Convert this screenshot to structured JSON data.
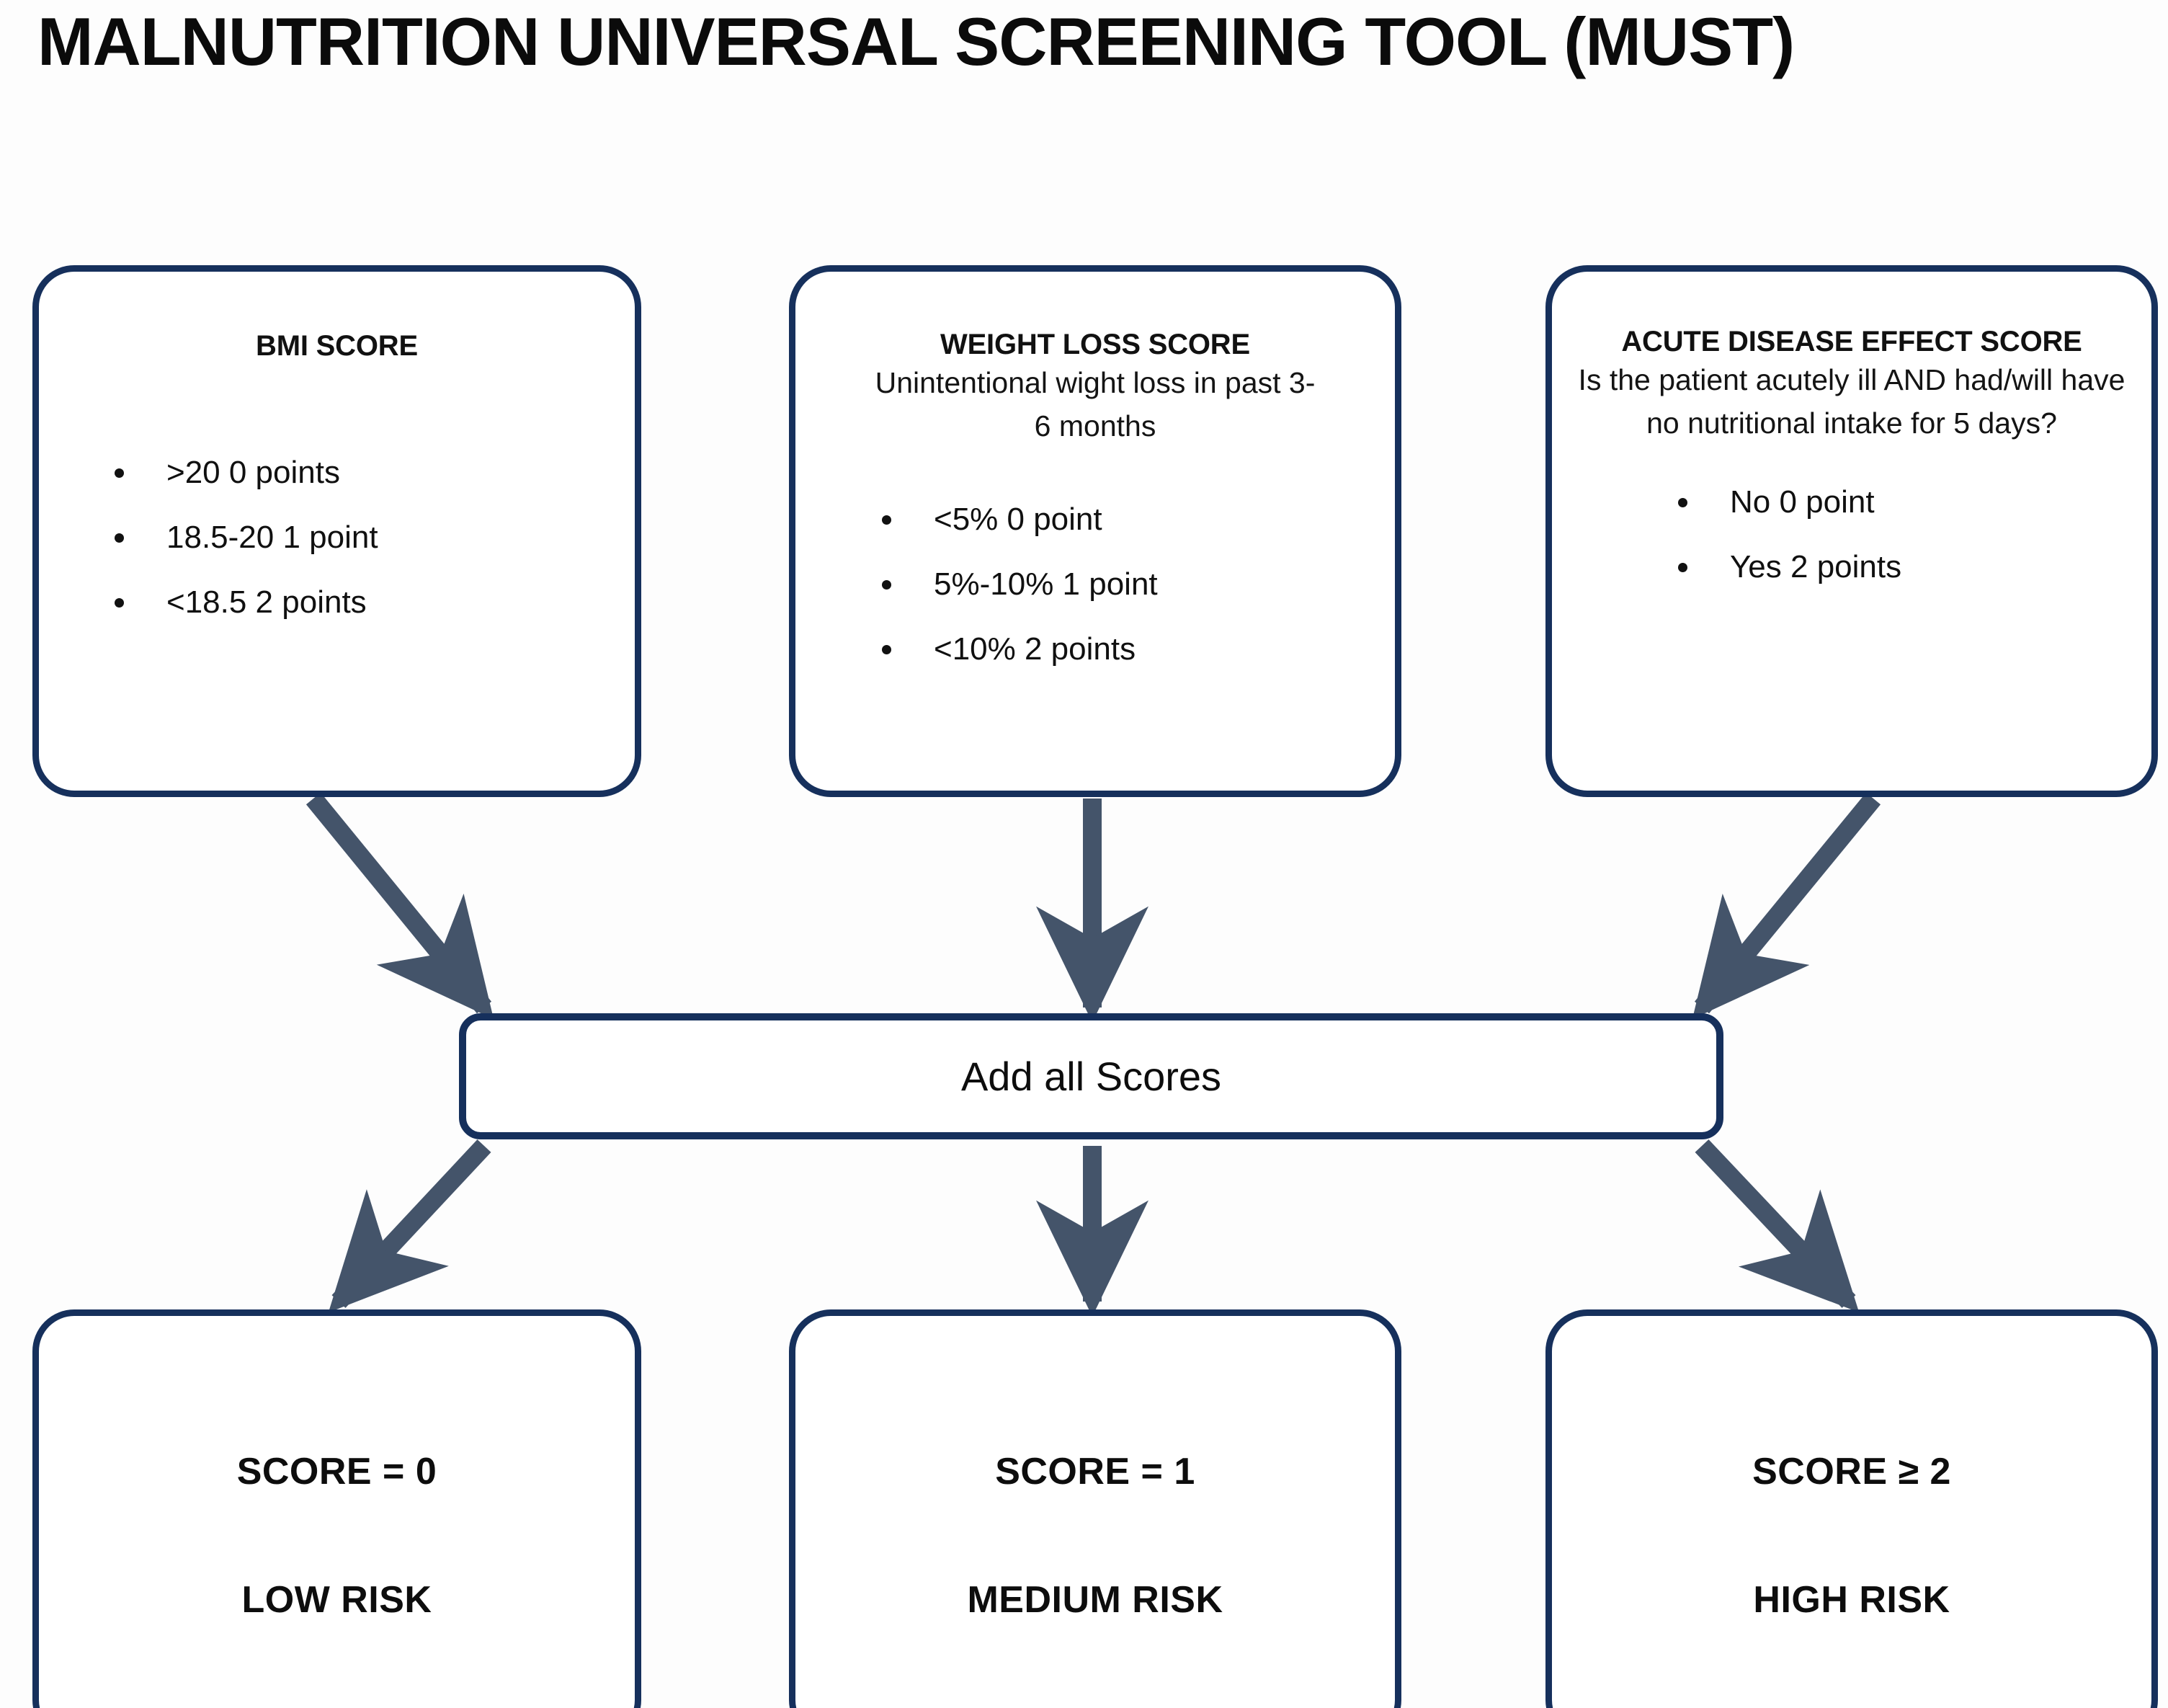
{
  "title": "MALNUTRITION UNIVERSAL SCREENING TOOL (MUST)",
  "colors": {
    "box_border": "#16305C",
    "arrow": "#44546A",
    "text": "#101010",
    "background": "#FFFFFF"
  },
  "criteria": [
    {
      "id": "bmi",
      "heading": "BMI SCORE",
      "subtext": "",
      "options": [
        ">20 0 points",
        "18.5-20 1 point",
        "<18.5 2 points"
      ]
    },
    {
      "id": "weight-loss",
      "heading": "WEIGHT LOSS SCORE",
      "subtext": "Unintentional wight loss in past 3-6 months",
      "options": [
        "<5% 0 point",
        "5%-10% 1 point",
        "<10% 2 points"
      ]
    },
    {
      "id": "acute-disease",
      "heading": "ACUTE DISEASE EFFECT SCORE",
      "subtext": "Is the patient acutely ill AND had/will have no nutritional intake for 5 days?",
      "options": [
        "No 0 point",
        "Yes 2 points"
      ]
    }
  ],
  "combine_step": {
    "label": "Add all Scores"
  },
  "results": [
    {
      "id": "low",
      "score": "SCORE = 0",
      "risk": "LOW RISK"
    },
    {
      "id": "medium",
      "score": "SCORE = 1",
      "risk": "MEDIUM RISK"
    },
    {
      "id": "high",
      "score": "SCORE ≥ 2",
      "risk": "HIGH RISK"
    }
  ],
  "connectors": [
    {
      "from": "bmi",
      "to": "combine",
      "kind": "diagonal-right-down"
    },
    {
      "from": "weight-loss",
      "to": "combine",
      "kind": "straight-down"
    },
    {
      "from": "acute-disease",
      "to": "combine",
      "kind": "diagonal-left-down"
    },
    {
      "from": "combine",
      "to": "low",
      "kind": "diagonal-left-down"
    },
    {
      "from": "combine",
      "to": "medium",
      "kind": "straight-down"
    },
    {
      "from": "combine",
      "to": "high",
      "kind": "diagonal-right-down"
    }
  ]
}
